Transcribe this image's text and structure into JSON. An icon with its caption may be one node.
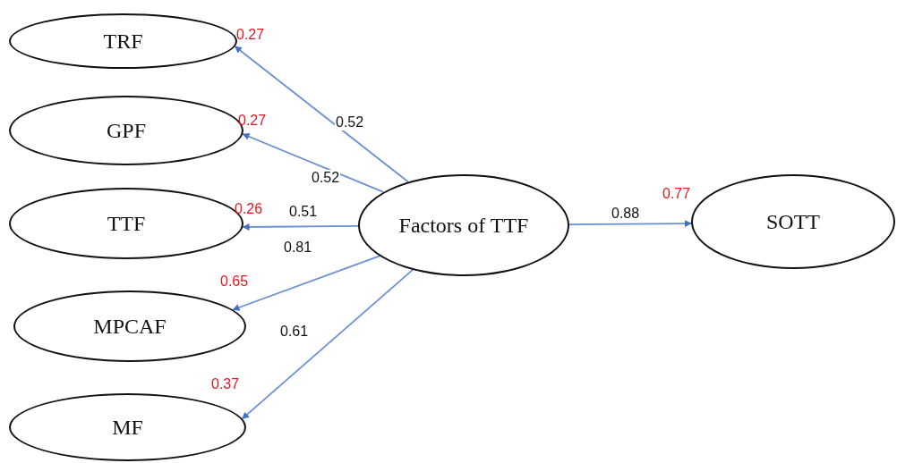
{
  "diagram": {
    "nodes": [
      {
        "text": [
          "TRF"
        ],
        "beside": [
          "0.27"
        ]
      },
      {
        "text": [
          "GPF"
        ],
        "beside": [
          "0.27"
        ]
      },
      {
        "text": [
          "TTF"
        ],
        "beside": [
          "0.26"
        ]
      },
      {
        "text": [
          "MPCAF"
        ],
        "beside": [
          "0.65"
        ]
      },
      {
        "text": [
          "MF"
        ],
        "beside": [
          "0.37"
        ]
      },
      {
        "text": [
          "Factors of TTF"
        ]
      },
      {
        "text": [
          "SOTT"
        ],
        "beside": [
          "0.77"
        ]
      }
    ],
    "edges": [
      {
        "from": 5,
        "to": 0,
        "arrow": "to",
        "label": "0.52"
      },
      {
        "from": 5,
        "to": 1,
        "arrow": "to",
        "label": "0.52"
      },
      {
        "from": 5,
        "to": 2,
        "arrow": "to",
        "label": "0.51"
      },
      {
        "from": 5,
        "to": 3,
        "arrow": "to",
        "label": "0.81"
      },
      {
        "from": 5,
        "to": 4,
        "arrow": "to",
        "label": "0.61"
      },
      {
        "from": 5,
        "to": 6,
        "arrow": "to",
        "label": "0.88"
      }
    ]
  }
}
